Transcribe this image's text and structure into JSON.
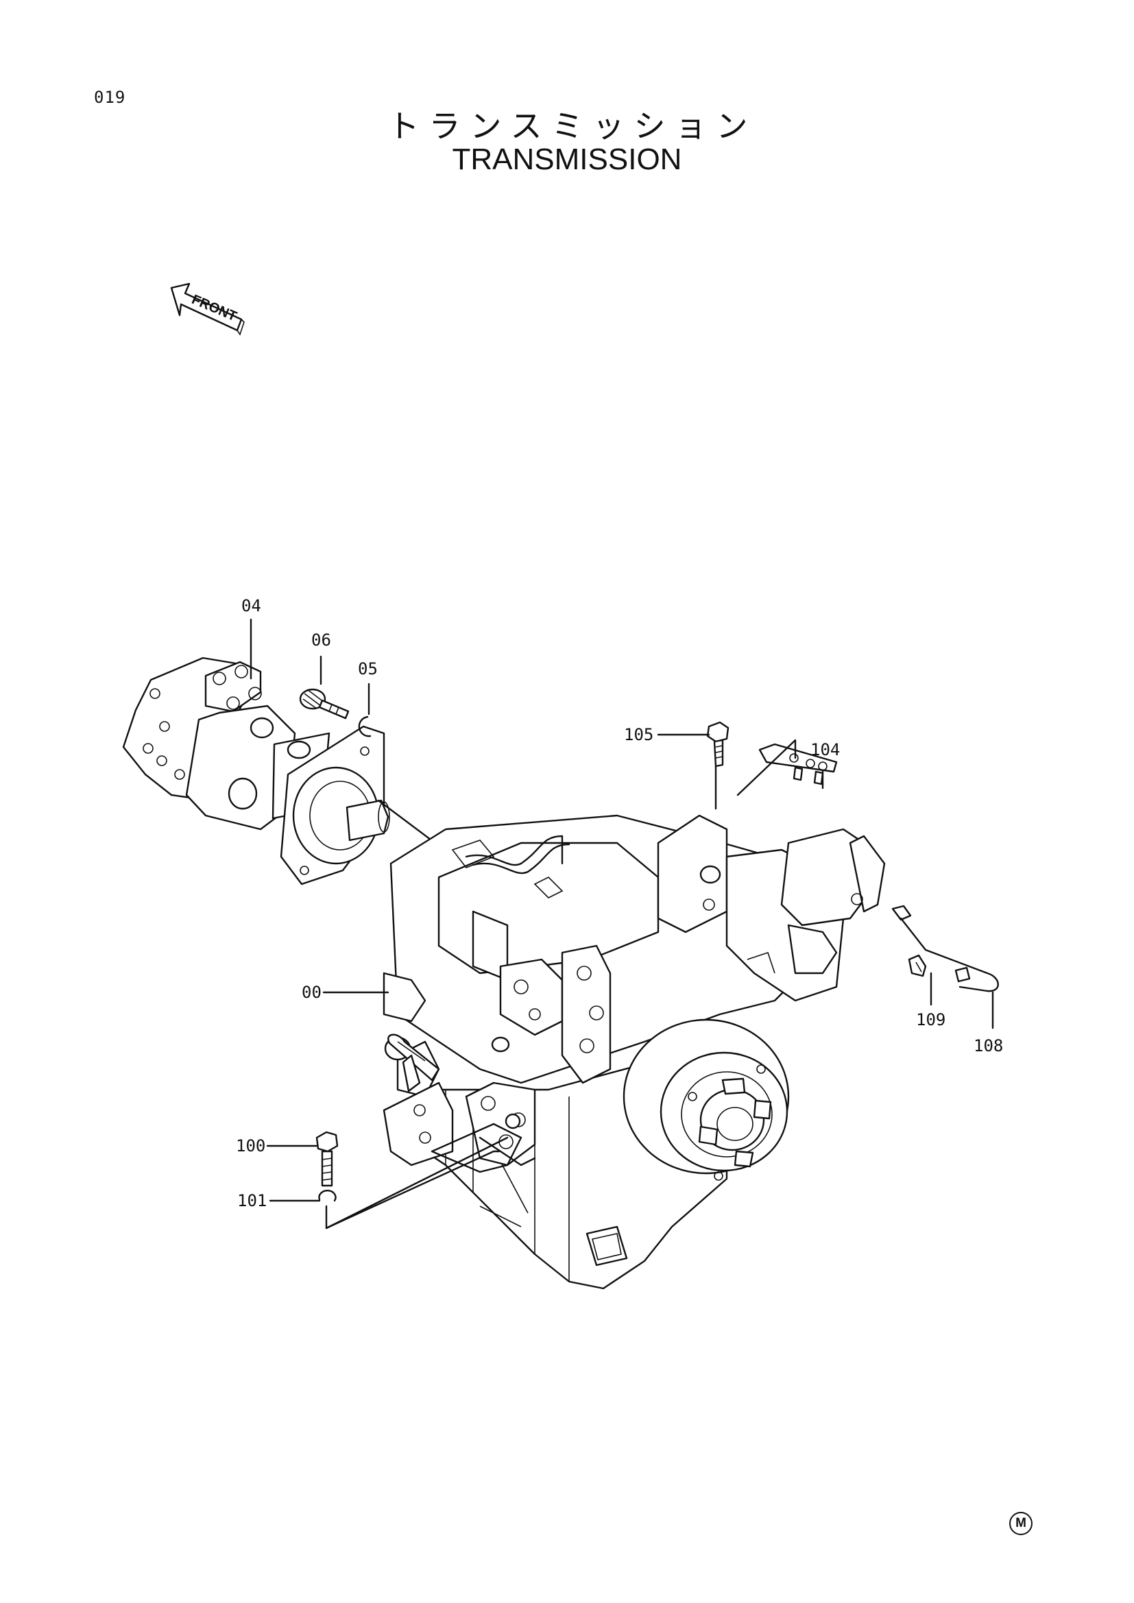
{
  "page_number": "019",
  "title_ja": "トランスミッション",
  "title_en": "TRANSMISSION",
  "front_label": "FRONT",
  "callouts": {
    "c04": "04",
    "c06": "06",
    "c05": "05",
    "c105": "105",
    "c104": "104",
    "c00": "00",
    "c109": "109",
    "c108": "108",
    "c100": "100",
    "c101": "101"
  },
  "corner_mark": "M"
}
